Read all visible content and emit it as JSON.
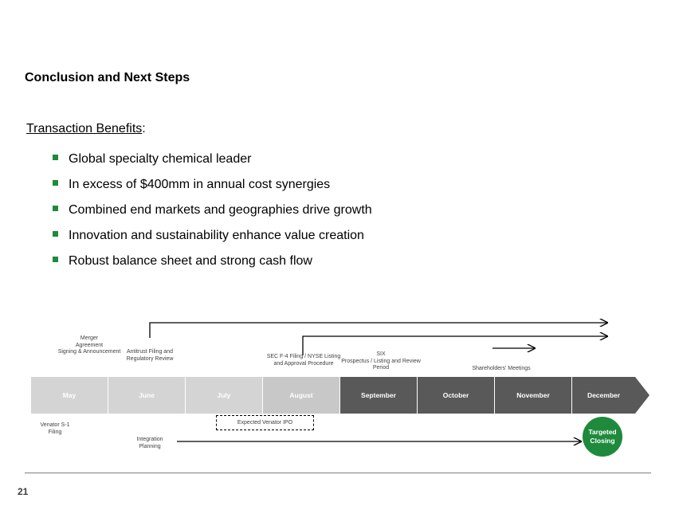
{
  "slide": {
    "title": "Conclusion and Next Steps",
    "benefits_heading": "Transaction Benefits",
    "benefits_heading_suffix": ":",
    "bullets": [
      "Global specialty chemical leader",
      "In excess of $400mm in annual cost synergies",
      "Combined end markets and geographies drive growth",
      "Innovation and sustainability enhance value creation",
      "Robust balance sheet and strong cash flow"
    ],
    "page_number": "21"
  },
  "timeline": {
    "months": [
      "May",
      "June",
      "July",
      "August",
      "September",
      "October",
      "November",
      "December"
    ],
    "above_labels": {
      "merger": [
        "Merger",
        "Agreement",
        "Signing & Announcement"
      ],
      "antitrust": [
        "Antitrust Filing and",
        "Regulatory Review"
      ],
      "sec": [
        "SEC F-4  Filing / NYSE Listing",
        "and Approval Procedure"
      ],
      "six": [
        "SIX",
        "Prospectus / Listing and Review",
        "Period"
      ],
      "shareholders": "Shareholders' Meetings"
    },
    "below_labels": {
      "venator_s1": [
        "Venator S-1",
        "Filing"
      ],
      "expected_ipo": "Expected Venator IPO",
      "integration": [
        "Integration",
        "Planning"
      ],
      "closing": [
        "Targeted",
        "Closing"
      ]
    }
  },
  "colors": {
    "accent_green": "#1e8a3c",
    "bar_light": "#d4d4d4",
    "bar_dark": "#595959"
  }
}
